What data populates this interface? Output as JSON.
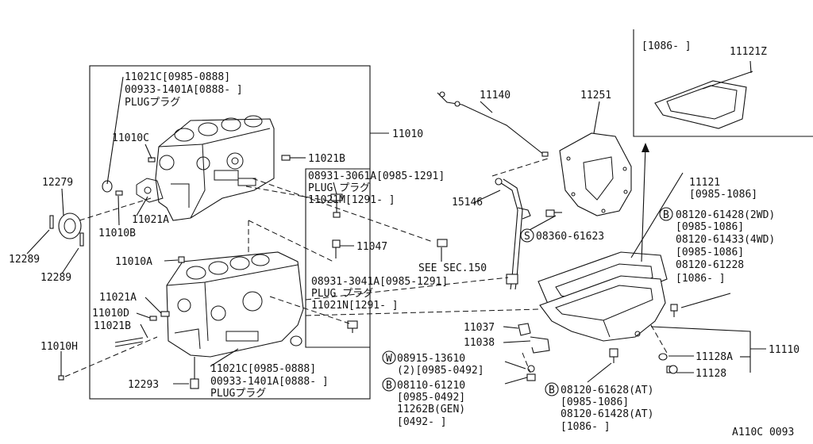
{
  "parts": {
    "p11021c_top_l1": "11021C[0985-0888]",
    "p11021c_top_l2": "00933-1401A[0888- ]",
    "p11021c_top_l3": "PLUGプラグ",
    "p11010c": "11010C",
    "p12279": "12279",
    "p11021a_top": "11021A",
    "p11010b": "11010B",
    "p12289_a": "12289",
    "p12289_b": "12289",
    "p11010": "11010",
    "p11021b_top": "11021B",
    "p08931_3061_l1": "08931-3061A[0985-1291]",
    "p08931_3061_l2": "PLUG プラグ",
    "p08931_3061_l3": "11021M[1291-     ]",
    "p11047": "11047",
    "see_sec": "SEE SEC.150",
    "p08931_3041_l1": "08931-3041A[0985-1291]",
    "p08931_3041_l2": "PLUG プラグ",
    "p08931_3041_l3": "11021N[1291-     ]",
    "p11010a": "11010A",
    "p11021a_bot": "11021A",
    "p11010d": "11010D",
    "p11021b_bot": "11021B",
    "p11010h": "11010H",
    "p11021c_bot_l1": "11021C[0985-0888]",
    "p11021c_bot_l2": "00933-1401A[0888-  ]",
    "p11021c_bot_l3": "PLUGプラグ",
    "p12293": "12293",
    "p11140": "11140",
    "p11251": "11251",
    "p15146": "15146",
    "s_08360": "08360-61623",
    "p11121_l1": "11121",
    "p11121_l2": "[0985-1086]",
    "b_08120_l1": "08120-61428(2WD)",
    "b_08120_l2": "[0985-1086]",
    "b_08120_l3": "08120-61433(4WD)",
    "b_08120_l4": "[0985-1086]",
    "b_08120_l5": "08120-61228",
    "b_08120_l6": "[1086-  ]",
    "p11037": "11037",
    "p11038": "11038",
    "w_08915_l1": "08915-13610",
    "w_08915_l2": "(2)[0985-0492]",
    "b_08110_l1": "08110-61210",
    "b_08110_l2": "[0985-0492]",
    "b_08110_l3": "11262B(GEN)",
    "b_08110_l4": "[0492-  ]",
    "b_08120at_l1": "08120-61628(AT)",
    "b_08120at_l2": "[0985-1086]",
    "b_08120at_l3": "08120-61428(AT)",
    "b_08120at_l4": "[1086-  ]",
    "p11128a": "11128A",
    "p11128": "11128",
    "p11110": "11110",
    "inset_date": "[1086-  ]",
    "p11121z": "11121Z",
    "figure_code": "A110C 0093"
  },
  "markers": {
    "b": "B",
    "s": "S",
    "w": "W"
  }
}
